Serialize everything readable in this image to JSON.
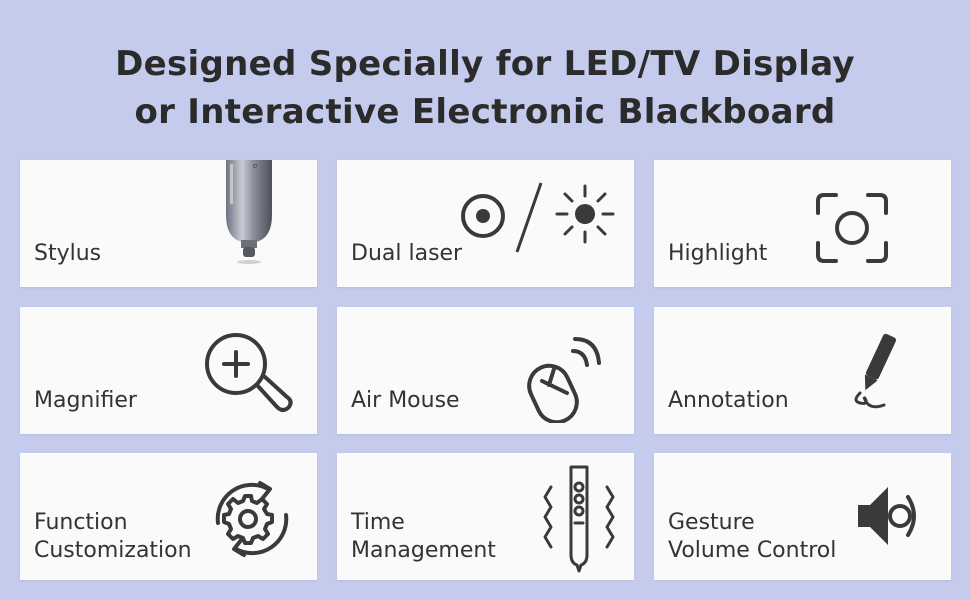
{
  "headline": {
    "line1": "Designed Specially for LED/TV Display",
    "line2": "or Interactive Electronic Blackboard"
  },
  "features": [
    {
      "label": [
        "Stylus"
      ],
      "icon": "stylus-pen-tip-icon"
    },
    {
      "label": [
        "Dual laser"
      ],
      "icon": "dual-laser-icon"
    },
    {
      "label": [
        "Highlight"
      ],
      "icon": "highlight-focus-icon"
    },
    {
      "label": [
        "Magnifier"
      ],
      "icon": "magnifier-icon"
    },
    {
      "label": [
        "Air Mouse"
      ],
      "icon": "air-mouse-icon"
    },
    {
      "label": [
        "Annotation"
      ],
      "icon": "annotation-pen-icon"
    },
    {
      "label": [
        "Function",
        "Customization"
      ],
      "icon": "gear-cycle-icon"
    },
    {
      "label": [
        "Time",
        "Management"
      ],
      "icon": "vibrating-remote-icon"
    },
    {
      "label": [
        "Gesture",
        "Volume Control"
      ],
      "icon": "speaker-volume-icon"
    }
  ],
  "colors": {
    "background": "#c5cbed",
    "card": "#fafafa",
    "text": "#333333",
    "icon": "#3a3a3a"
  }
}
